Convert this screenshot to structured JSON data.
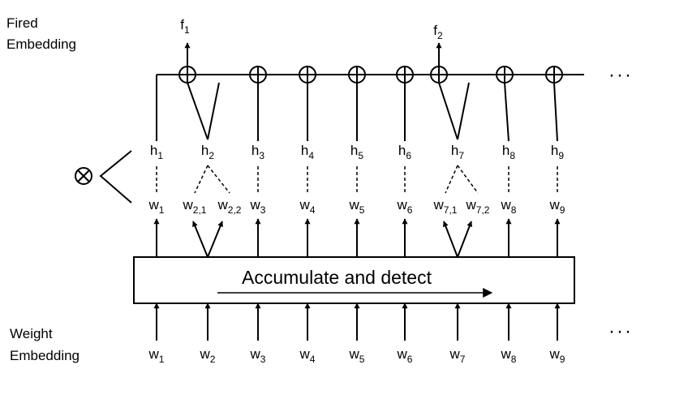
{
  "labels": {
    "fired_line1": "Fired",
    "fired_line2": "Embedding",
    "weight_line1": "Weight",
    "weight_line2": "Embedding",
    "box": "Accumulate and detect",
    "ellipsis": "···",
    "otimes": "⊗"
  },
  "outputs": [
    {
      "base": "f",
      "sub": "1"
    },
    {
      "base": "f",
      "sub": "2"
    }
  ],
  "hidden": [
    {
      "base": "h",
      "sub": "1"
    },
    {
      "base": "h",
      "sub": "2"
    },
    {
      "base": "h",
      "sub": "3"
    },
    {
      "base": "h",
      "sub": "4"
    },
    {
      "base": "h",
      "sub": "5"
    },
    {
      "base": "h",
      "sub": "6"
    },
    {
      "base": "h",
      "sub": "7"
    },
    {
      "base": "h",
      "sub": "8"
    },
    {
      "base": "h",
      "sub": "9"
    }
  ],
  "weights_upper": [
    {
      "base": "w",
      "sub": "1"
    },
    {
      "base": "w",
      "sub": "2,1"
    },
    {
      "base": "w",
      "sub": "2,2"
    },
    {
      "base": "w",
      "sub": "3"
    },
    {
      "base": "w",
      "sub": "4"
    },
    {
      "base": "w",
      "sub": "5"
    },
    {
      "base": "w",
      "sub": "6"
    },
    {
      "base": "w",
      "sub": "7,1"
    },
    {
      "base": "w",
      "sub": "7,2"
    },
    {
      "base": "w",
      "sub": "8"
    },
    {
      "base": "w",
      "sub": "9"
    }
  ],
  "weights_lower": [
    {
      "base": "w",
      "sub": "1"
    },
    {
      "base": "w",
      "sub": "2"
    },
    {
      "base": "w",
      "sub": "3"
    },
    {
      "base": "w",
      "sub": "4"
    },
    {
      "base": "w",
      "sub": "5"
    },
    {
      "base": "w",
      "sub": "6"
    },
    {
      "base": "w",
      "sub": "7"
    },
    {
      "base": "w",
      "sub": "8"
    },
    {
      "base": "w",
      "sub": "9"
    }
  ],
  "adders_count": 8,
  "stroke_color": "#000000"
}
